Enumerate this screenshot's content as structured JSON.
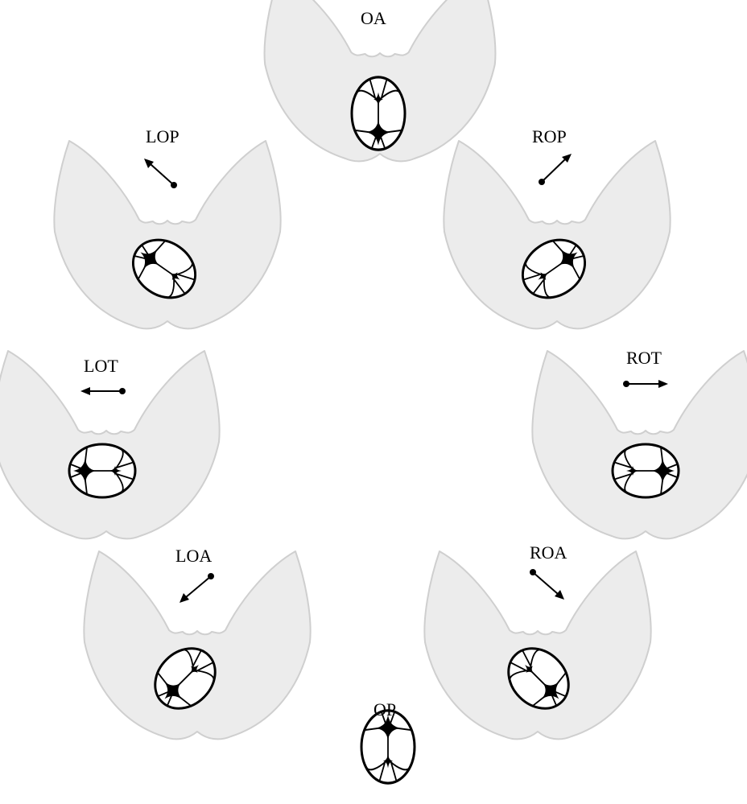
{
  "positions": [
    {
      "id": "oa",
      "label": "OA",
      "pelvis": true,
      "arrow": null
    },
    {
      "id": "rop",
      "label": "ROP",
      "pelvis": true,
      "arrow": "up-right"
    },
    {
      "id": "rot",
      "label": "ROT",
      "pelvis": true,
      "arrow": "right"
    },
    {
      "id": "roa",
      "label": "ROA",
      "pelvis": true,
      "arrow": "down-right"
    },
    {
      "id": "op",
      "label": "OP",
      "pelvis": false,
      "arrow": null
    },
    {
      "id": "loa",
      "label": "LOA",
      "pelvis": true,
      "arrow": "down-left"
    },
    {
      "id": "lot",
      "label": "LOT",
      "pelvis": true,
      "arrow": "left"
    },
    {
      "id": "lop",
      "label": "LOP",
      "pelvis": true,
      "arrow": "up-left"
    }
  ],
  "colors": {
    "pelvis_fill": "#ececec",
    "pelvis_outline": "#cfcfcf",
    "skull_outline": "#000000",
    "fontanelle": "#000000"
  }
}
